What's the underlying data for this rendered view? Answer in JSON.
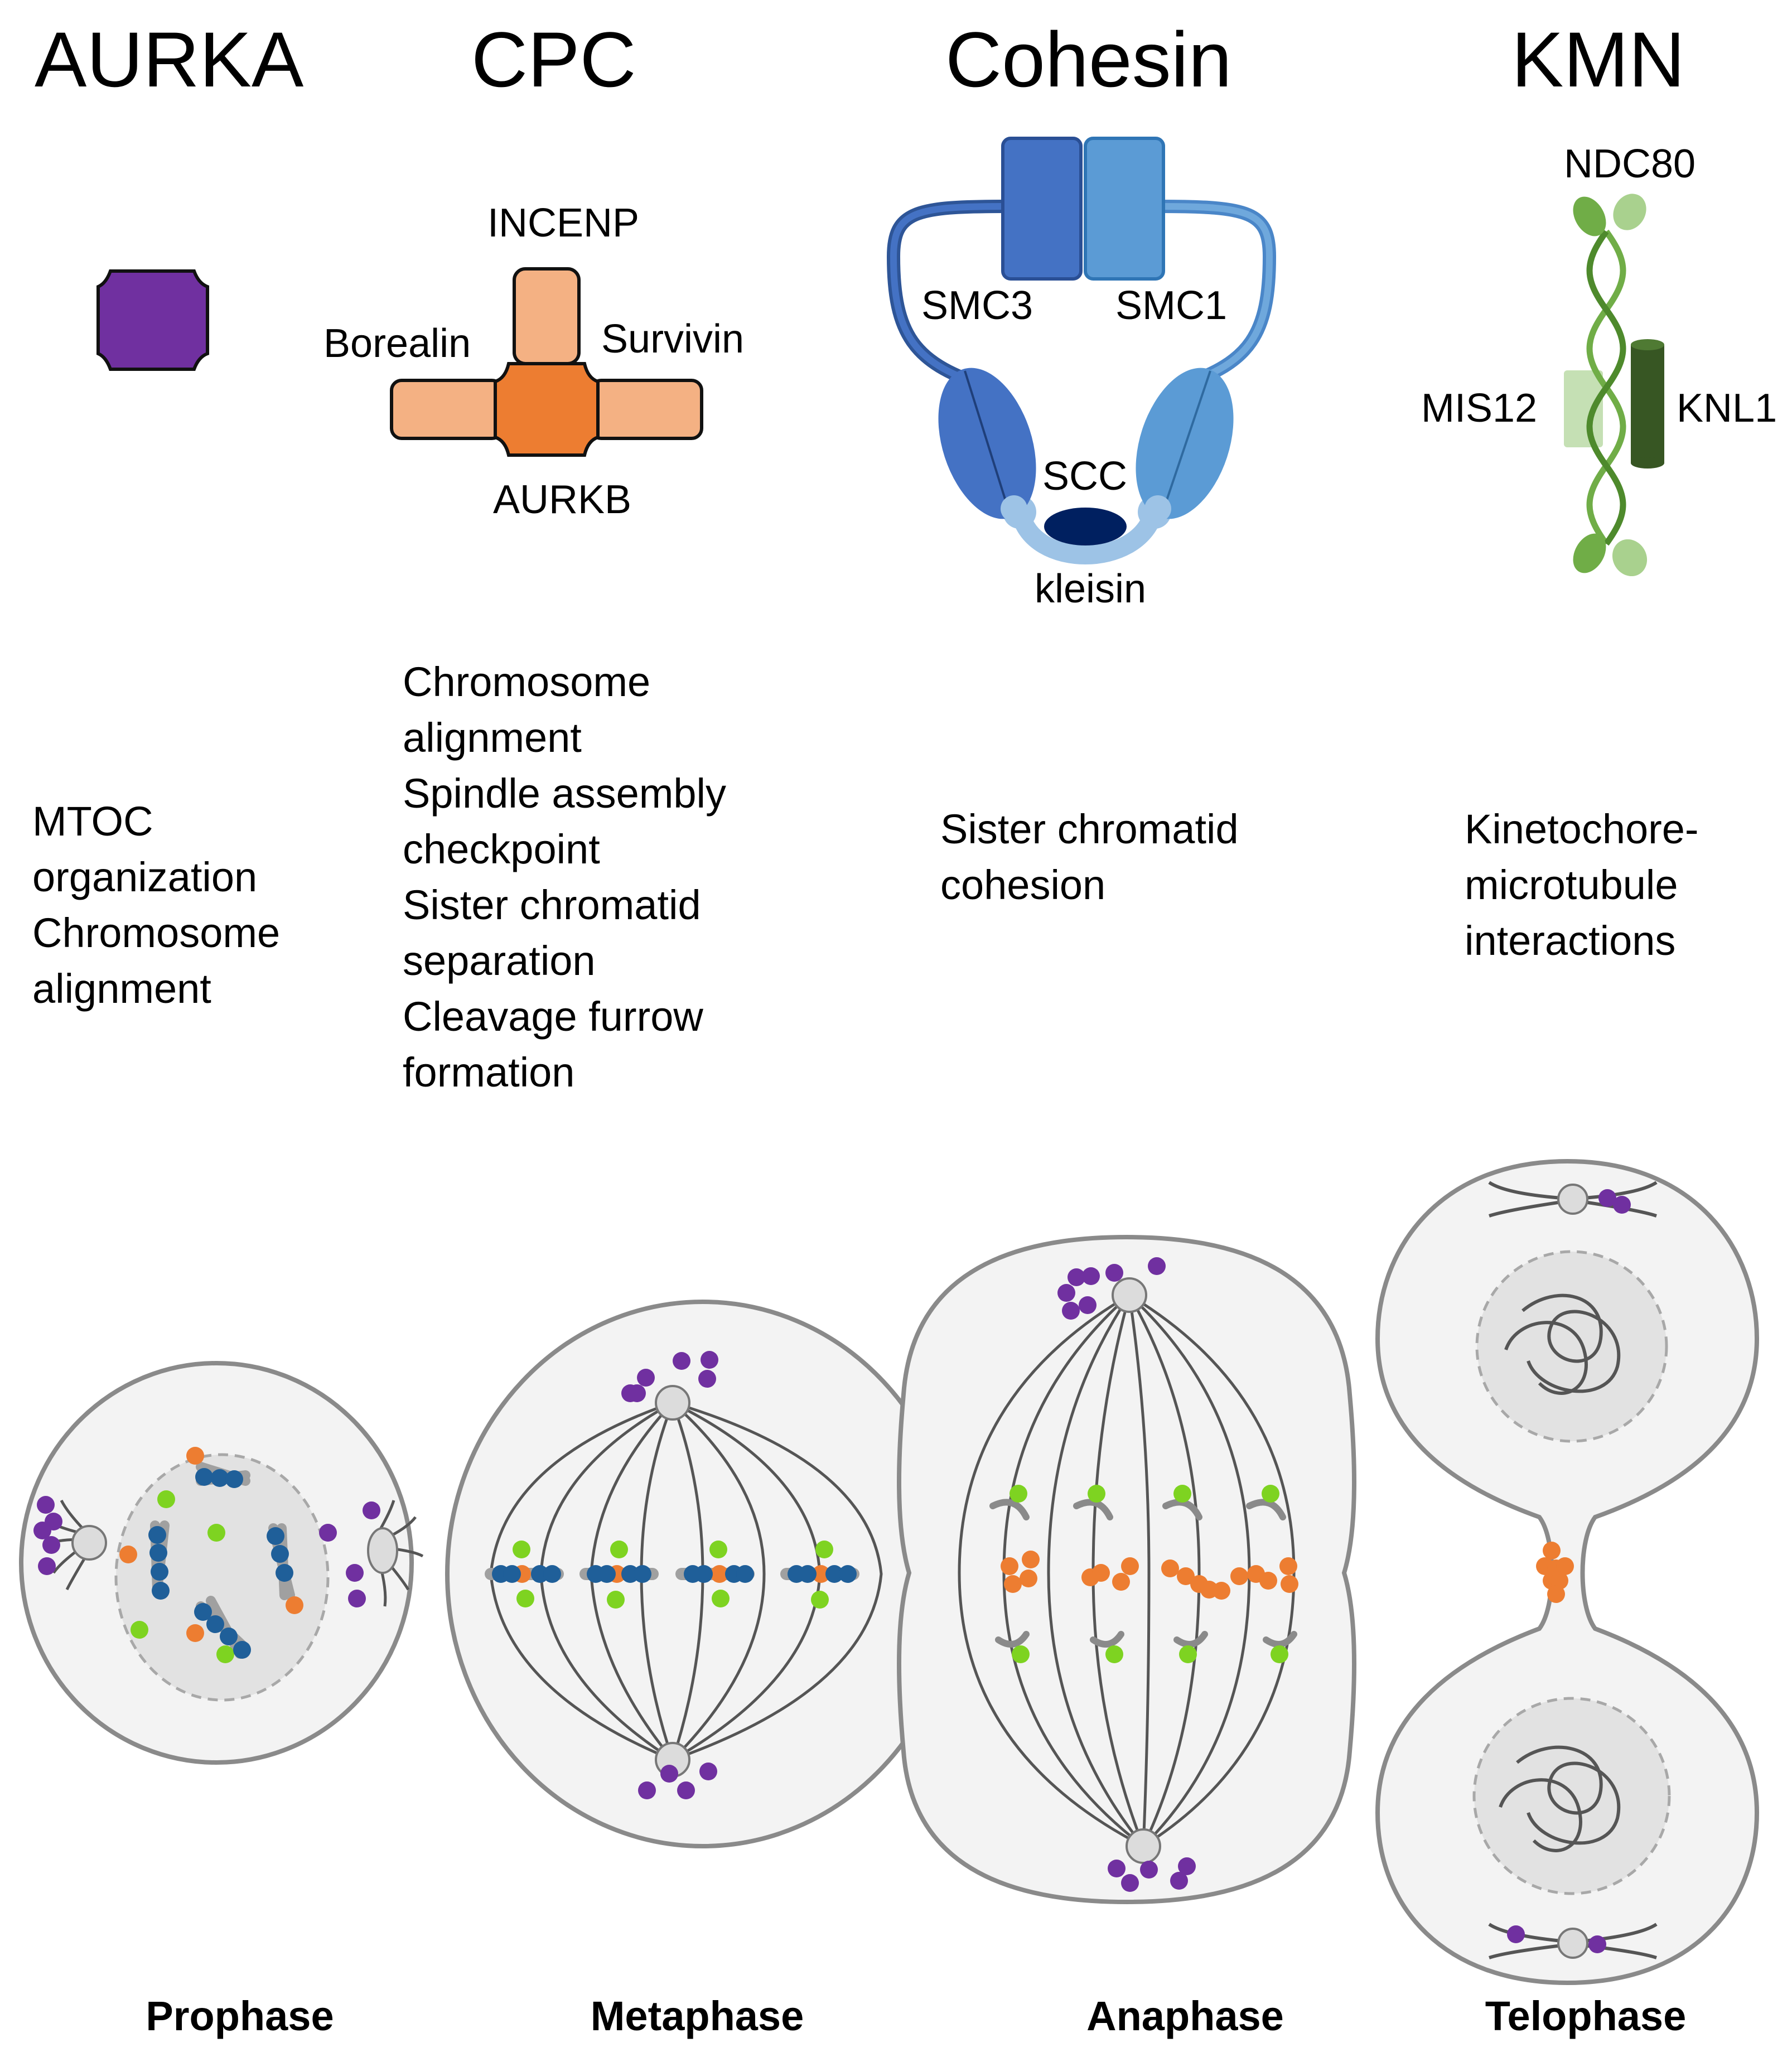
{
  "complexes": {
    "aurka": {
      "title": "AURKA",
      "functions": [
        "MTOC",
        "organization",
        "Chromosome",
        "alignment"
      ],
      "color": "#7030a0"
    },
    "cpc": {
      "title": "CPC",
      "labels": {
        "top": "INCENP",
        "left": "Borealin",
        "right": "Survivin",
        "bottom": "AURKB"
      },
      "functions": [
        "Chromosome",
        "alignment",
        "Spindle assembly",
        "checkpoint",
        "Sister chromatid",
        "separation",
        "Cleavage furrow",
        "formation"
      ],
      "colors": {
        "core": "#ed7d31",
        "arms": "#f4b183"
      }
    },
    "cohesin": {
      "title": "Cohesin",
      "labels": {
        "left": "SMC3",
        "right": "SMC1",
        "scc": "SCC",
        "kleisin": "kleisin"
      },
      "functions": [
        "Sister chromatid",
        "cohesion"
      ],
      "colors": {
        "smc3": "#4472c4",
        "smc1": "#5b9bd5",
        "scc": "#002060",
        "kleisin": "#9dc3e6"
      }
    },
    "kmn": {
      "title": "KMN",
      "labels": {
        "top": "NDC80",
        "left": "MIS12",
        "right": "KNL1"
      },
      "functions": [
        "Kinetochore-",
        "microtubule",
        "interactions"
      ],
      "colors": {
        "ndc80": "#70ad47",
        "mis12": "#c5e0b4",
        "knl1": "#375623"
      }
    }
  },
  "phases": {
    "prophase": "Prophase",
    "metaphase": "Metaphase",
    "anaphase": "Anaphase",
    "telophase": "Telophase"
  },
  "marker_colors": {
    "aurka": "#7030a0",
    "cpc": "#ed7d31",
    "cohesin": "#1f5f99",
    "kmn": "#7ed321"
  }
}
